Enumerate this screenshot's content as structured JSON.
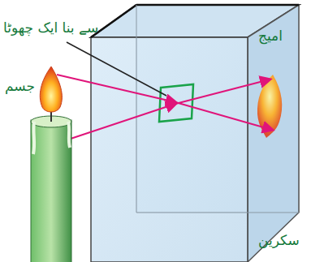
{
  "diagram": {
    "labels": [
      "سے بنا ایک چھوٹا",
      "جسم",
      "امیج",
      "سکرین"
    ]
  }
}
